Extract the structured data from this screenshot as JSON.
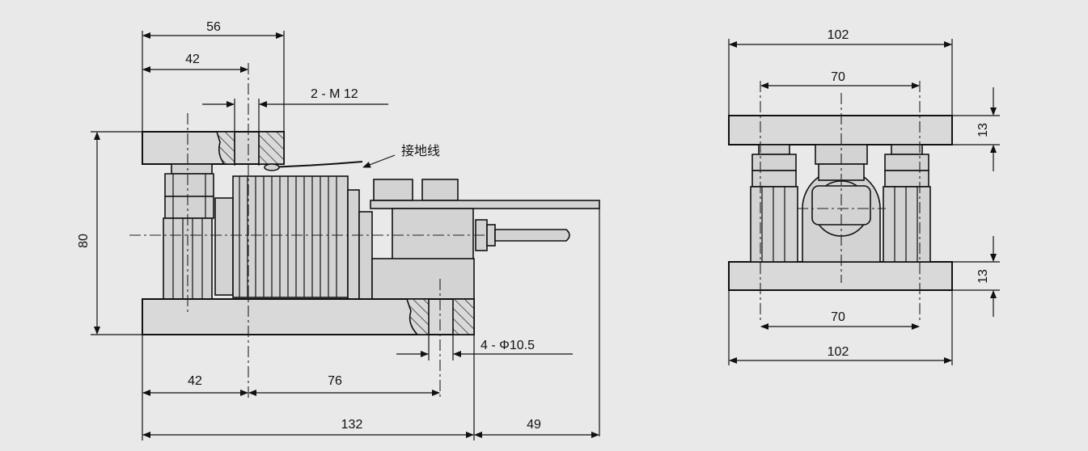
{
  "side_view": {
    "dims": {
      "top_width": "56",
      "top_offset": "42",
      "thread_label": "2 - M 12",
      "ground_label": "接地线",
      "height": "80",
      "hole_label": "4 - Φ10.5",
      "bottom_offset": "42",
      "hole_spacing": "76",
      "base_length": "132",
      "cable_length": "49"
    }
  },
  "end_view": {
    "dims": {
      "top_width": "102",
      "top_hole_spacing": "70",
      "top_plate_thickness": "13",
      "bottom_plate_thickness": "13",
      "bottom_hole_spacing": "70",
      "bottom_width": "102"
    }
  },
  "colors": {
    "background": "#e9e9e9",
    "line": "#111111",
    "fill": "#d9d9d9"
  }
}
